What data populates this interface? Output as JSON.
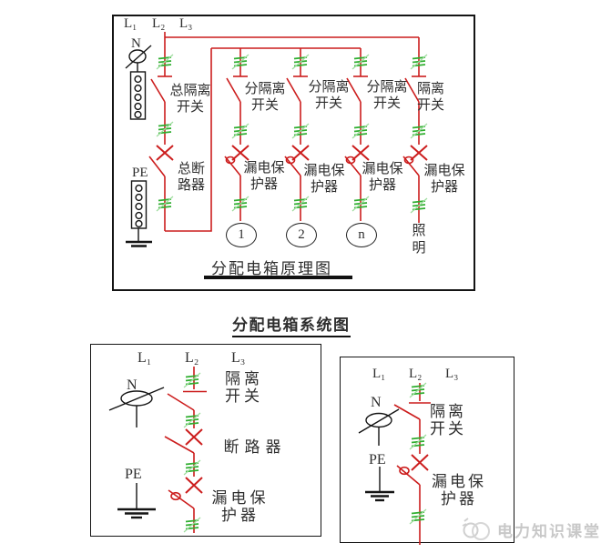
{
  "colors": {
    "wire": "#cc1d1d",
    "hatch": "#2fae2f",
    "hatch2": "#9edd9e",
    "ink": "#2e2e2e",
    "frame": "#141414",
    "watermark": "#c8c8c8"
  },
  "principle": {
    "caption": "分配电箱原理图",
    "phases": [
      "L₁",
      "L₂",
      "L₃"
    ],
    "neutral": "N",
    "pe": "PE",
    "branches": [
      {
        "switch_line1": "总隔离",
        "switch_line2": "开关",
        "device_line1": "总断",
        "device_line2": "路器"
      },
      {
        "switch_line1": "分隔离",
        "switch_line2": "开关",
        "device_line1": "漏电保",
        "device_line2": "护器",
        "load": "1"
      },
      {
        "switch_line1": "分隔离",
        "switch_line2": "开关",
        "device_line1": "漏电保",
        "device_line2": "护器",
        "load": "2"
      },
      {
        "switch_line1": "分隔离",
        "switch_line2": "开关",
        "device_line1": "漏电保",
        "device_line2": "护器",
        "load": "n"
      },
      {
        "switch_line1": "隔离",
        "switch_line2": "开关",
        "device_line1": "漏电保",
        "device_line2": "护器",
        "load_line1": "照",
        "load_line2": "明"
      }
    ]
  },
  "system": {
    "title": "分配电箱系统图",
    "left": {
      "phases": [
        "L₁",
        "L₂",
        "L₃"
      ],
      "neutral": "N",
      "pe": "PE",
      "isolator_line1": "隔离",
      "isolator_line2": "开关",
      "breaker": "断路器",
      "rcd_line1": "漏电保",
      "rcd_line2": "护器"
    },
    "right": {
      "phases": [
        "L₁",
        "L₂",
        "L₃"
      ],
      "neutral": "N",
      "pe": "PE",
      "isolator_line1": "隔离",
      "isolator_line2": "开关",
      "rcd_line1": "漏电保",
      "rcd_line2": "护器"
    }
  },
  "watermark": {
    "text": "电力知识课堂"
  }
}
